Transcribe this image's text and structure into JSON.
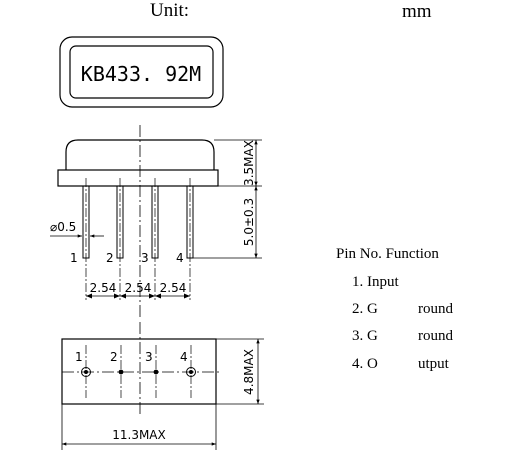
{
  "header": {
    "unit_label": "Unit:",
    "unit_value": "mm"
  },
  "marking": {
    "text": "KB433. 92M"
  },
  "side_view": {
    "height_label": "3.5MAX",
    "lead_length_label": "5.0±0.3",
    "lead_diameter_label": "⌀0.5",
    "pin_numbers": [
      "1",
      "2",
      "3",
      "4"
    ],
    "pitch_labels": [
      "2.54",
      "2.54",
      "2.54"
    ]
  },
  "bottom_view": {
    "pin_numbers": [
      "1",
      "2",
      "3",
      "4"
    ],
    "width_label": "4.8MAX",
    "length_label": "11.3MAX"
  },
  "pin_table": {
    "header": "Pin No.  Function",
    "rows": [
      {
        "pin": "1. Input",
        "function": ""
      },
      {
        "pin": "2. G",
        "function": "round"
      },
      {
        "pin": "3. G",
        "function": "round"
      },
      {
        "pin": "4. O",
        "function": "utput"
      }
    ]
  }
}
